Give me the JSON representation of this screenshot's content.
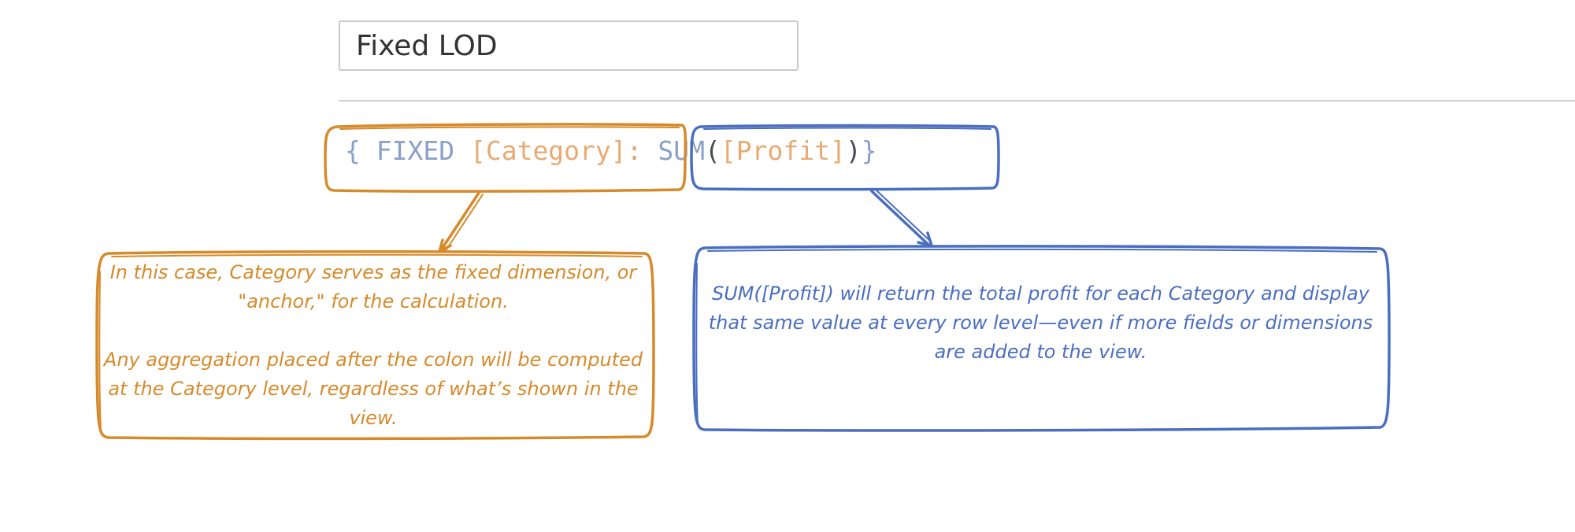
{
  "calc_name": {
    "value": "Fixed LOD"
  },
  "formula": {
    "open_brace": "{",
    "keyword": "FIXED",
    "dimension": "[Category]",
    "colon": ":",
    "function": "SUM",
    "open_paren": "(",
    "measure": "[Profit]",
    "close_paren": ")",
    "close_brace": "}"
  },
  "annotations": {
    "fixed_dimension": {
      "paragraph_1": "In this case, Category serves as the fixed dimension, or \"anchor,\" for the calculation.",
      "paragraph_2": "Any aggregation placed after the colon will be computed at the Category level, regardless of what’s shown in the view."
    },
    "aggregation": {
      "paragraph_1": "SUM([Profit]) will return the total profit for each Category and display that same value at every row level—even if more fields or dimensions are added to the view."
    }
  },
  "colors": {
    "orange": "#d68a2a",
    "blue": "#4a6ec0"
  }
}
